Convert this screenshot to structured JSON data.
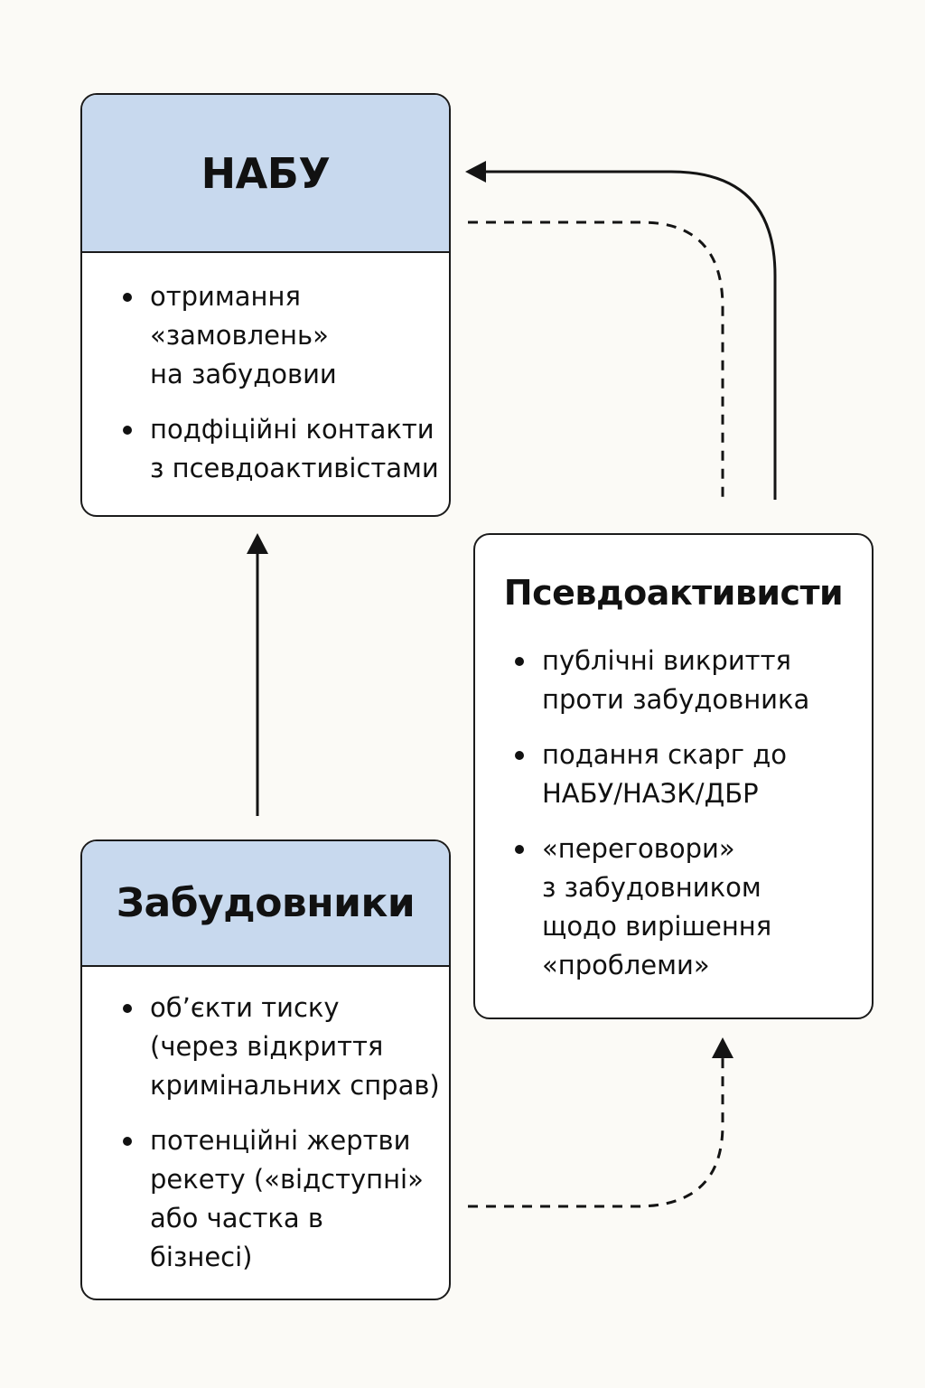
{
  "nabu": {
    "title": "НАБУ",
    "bullets": [
      "отримання\n«замовлень»\nна забудовии",
      "подфіційні контакти\nз псевдоактивістами"
    ]
  },
  "pseudo_activists": {
    "title": "Псевдоактивисти",
    "bullets": [
      "публічні викриття\nпроти забудовника",
      "подання скарг до\nНАБУ/НАЗК/ДБР",
      "«переговори»\nз забудовником\nщодо вирішення\n«проблеми»"
    ]
  },
  "developers": {
    "title": "Забудовники",
    "bullets": [
      "об’єкти тиску\n(через відкриття\nкримінальних справ)",
      "потенційні жертви\nрекету («відступні»\nабо частка в\nбізнесі)"
    ]
  },
  "colors": {
    "header_fill": "#c8d9ee",
    "border": "#1b1b1b",
    "background": "#fbfaf6"
  }
}
